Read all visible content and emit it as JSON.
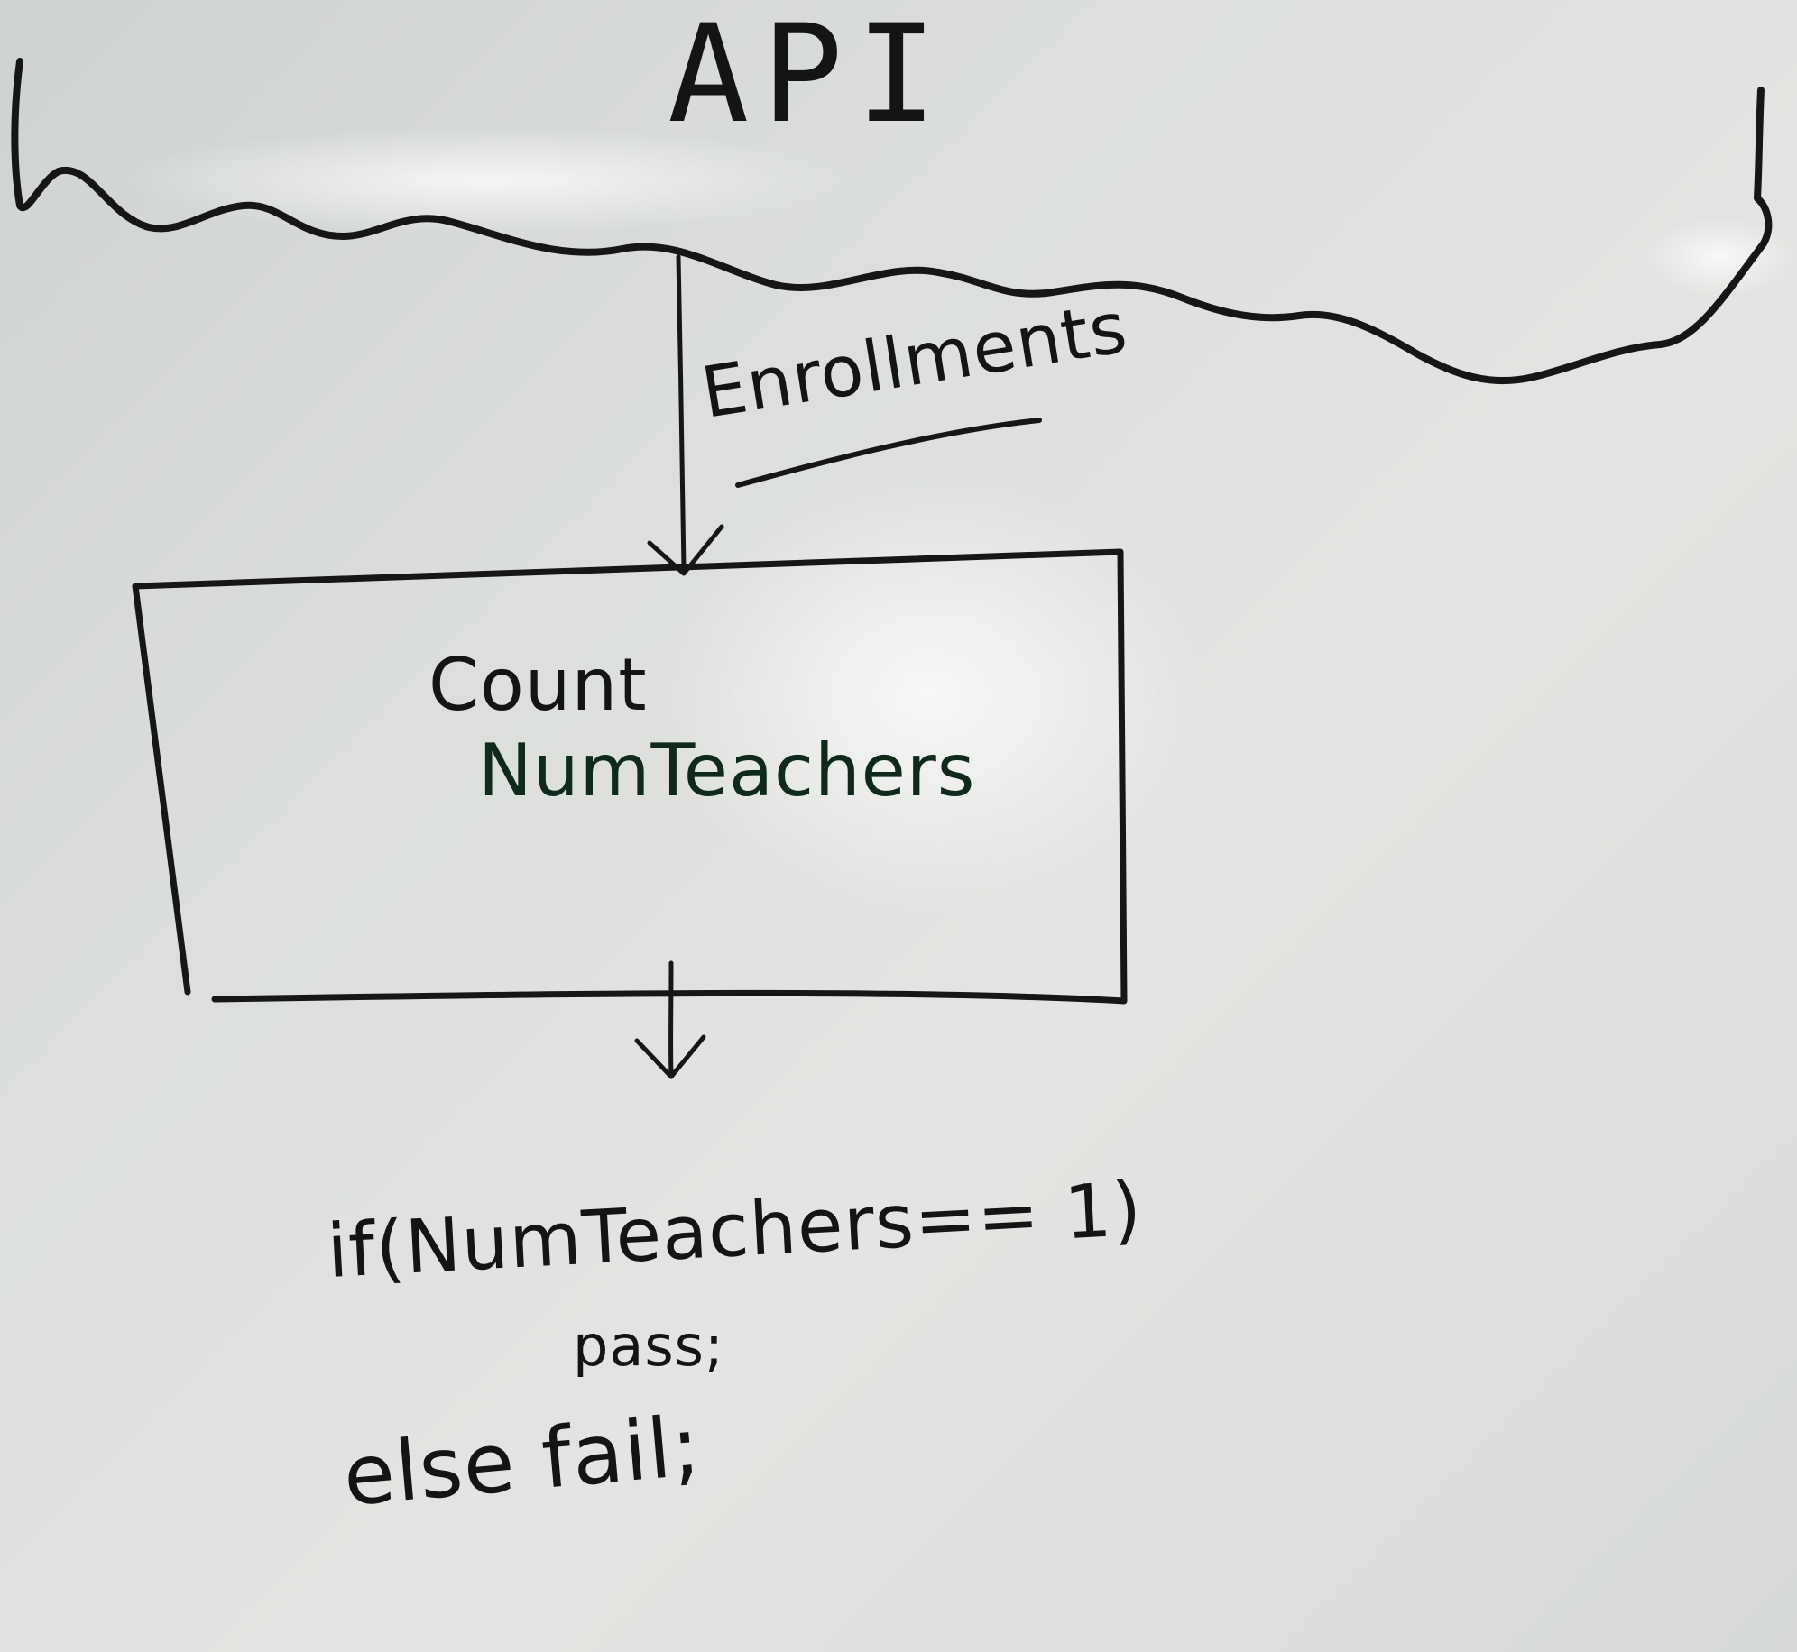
{
  "diagram": {
    "top_label": "API",
    "edge_label": "Enrollments",
    "process_box": {
      "line_1": "Count",
      "line_2": "NumTeachers"
    },
    "output_code": {
      "line_1": "if(NumTeachers== 1)",
      "line_2": "pass;",
      "line_3": "else fail;"
    }
  },
  "colors": {
    "board": "#dcdfdc",
    "ink": "#161616"
  }
}
